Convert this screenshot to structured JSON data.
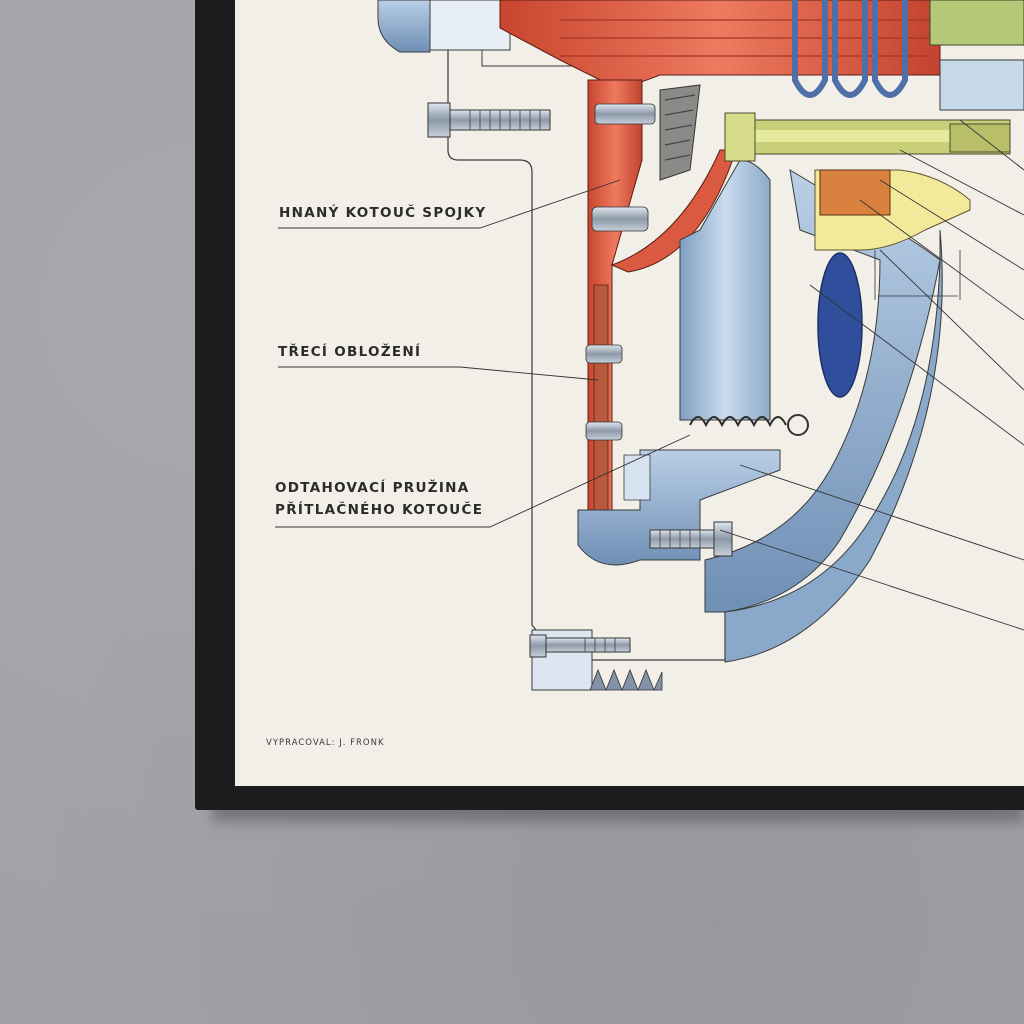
{
  "labels": {
    "driven_plate": "HNANÝ KOTOUČ SPOJKY",
    "friction_lining": "TŘECÍ OBLOŽENÍ",
    "spring_line1": "ODTAHOVACÍ PRUŽINA",
    "spring_line2": "PŘÍTLAČNÉHO KOTOUČE"
  },
  "credit": "VYPRACOVAL: J. FRONK",
  "colors": {
    "wall": "#a1a2a6",
    "frame": "#1c1c1f",
    "paper": "#f1efe7",
    "steel_blue": "#a9c3de",
    "red_part": "#e0614a",
    "yellow_part": "#f2ea9a",
    "olive_shaft": "#c8cf78"
  }
}
